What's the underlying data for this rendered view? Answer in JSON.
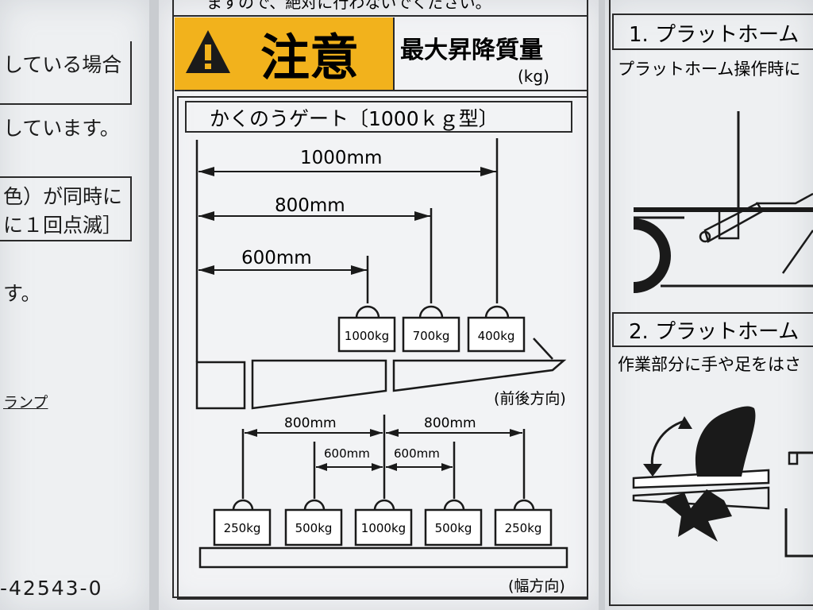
{
  "left": {
    "line1": "している場合",
    "line2": "しています。",
    "line3": "色）が同時に",
    "line4": "に１回点滅］",
    "line5": "す。",
    "line6": "ランプ",
    "code": "-42543-0"
  },
  "label": {
    "top_cut": "ますので、絶対に行わないでください。",
    "caution": "注意",
    "max_title": "最大昇降質量",
    "unit": "(kg)",
    "gate_title": "かくのうゲート〔1000ｋｇ型〕",
    "front_back": "(前後方向)",
    "width_dir": "(幅方向)",
    "dims_top": [
      "1000mm",
      "800mm",
      "600mm"
    ],
    "weights_top": [
      "1000kg",
      "700kg",
      "400kg"
    ],
    "dims_bottom": [
      "800mm",
      "800mm",
      "600mm",
      "600mm"
    ],
    "weights_bottom": [
      "250kg",
      "500kg",
      "1000kg",
      "500kg",
      "250kg"
    ]
  },
  "right": {
    "h1": "1. プラットホーム",
    "t1": "プラットホーム操作時に",
    "h2": "2. プラットホーム",
    "t2": "作業部分に手や足をはさ"
  },
  "colors": {
    "caution_yellow": "#f2b21c"
  }
}
